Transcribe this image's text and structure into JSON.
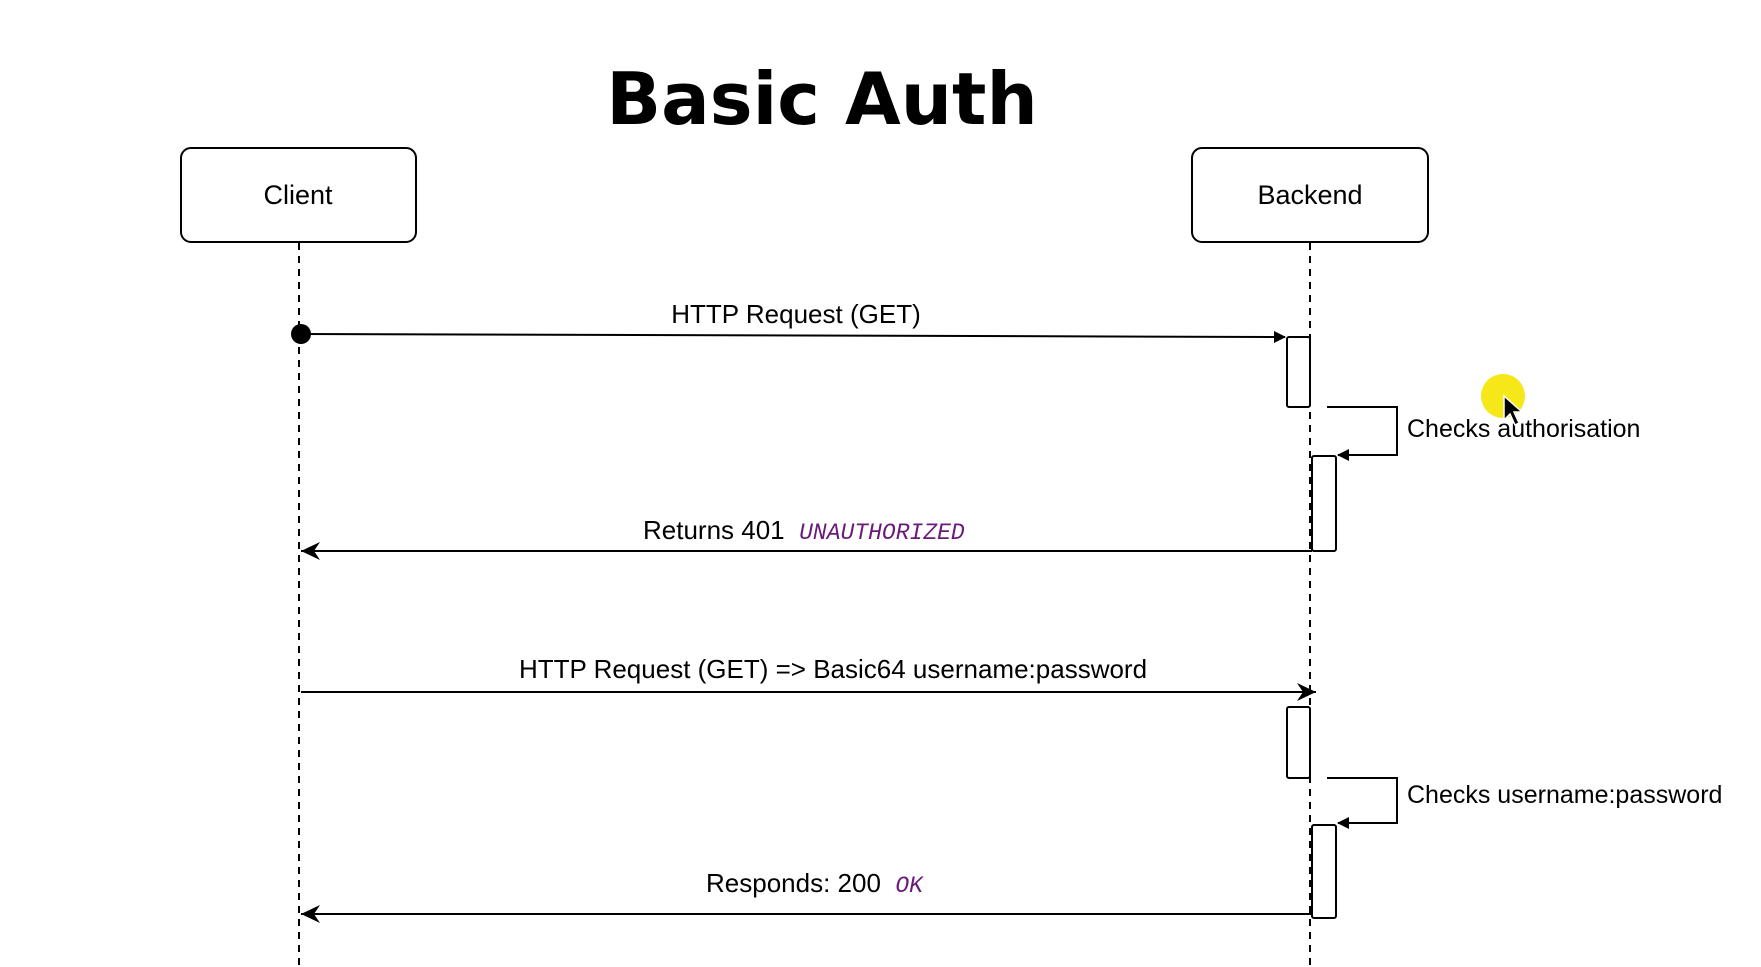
{
  "title": "Basic Auth",
  "actors": {
    "client": "Client",
    "backend": "Backend"
  },
  "messages": [
    {
      "label": "HTTP Request (GET)",
      "code": ""
    },
    {
      "label": "Returns 401",
      "code": "UNAUTHORIZED"
    },
    {
      "label": "HTTP Request (GET) => Basic64 username:password",
      "code": ""
    },
    {
      "label": "Responds: 200",
      "code": "OK"
    }
  ],
  "self_checks": [
    "Checks authorisation",
    "Checks username:password"
  ],
  "colors": {
    "code_text": "#6a1b7a",
    "cursor_highlight": "#f5e400"
  },
  "cursor": {
    "icon": "mouse-pointer-icon",
    "highlight": true
  }
}
